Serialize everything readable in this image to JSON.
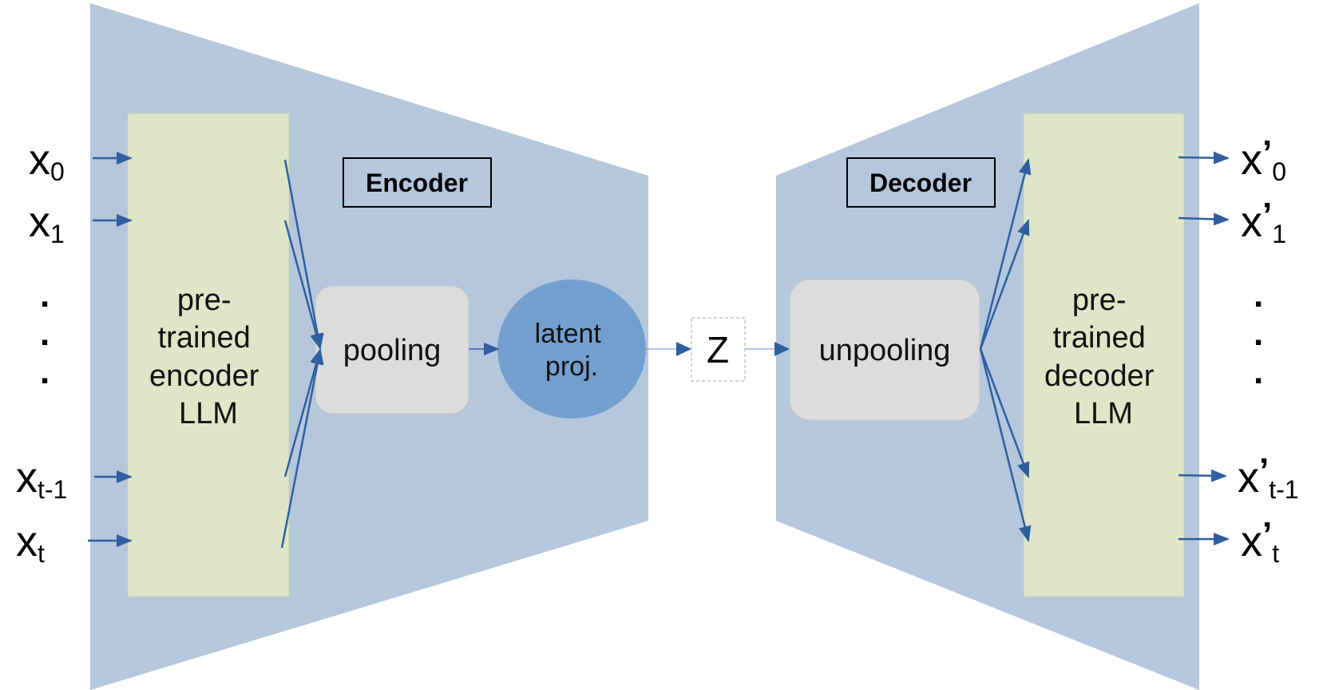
{
  "encoder": {
    "title": "Encoder",
    "llm_lines": [
      "pre-",
      "trained",
      "encoder",
      "LLM"
    ],
    "pooling_label": "pooling",
    "latent_lines": [
      "latent",
      "proj."
    ],
    "inputs": [
      {
        "base": "x",
        "sub": "0"
      },
      {
        "base": "x",
        "sub": "1"
      },
      {
        "base": "x",
        "sub": "t-1"
      },
      {
        "base": "x",
        "sub": "t"
      }
    ]
  },
  "z_label": "Z",
  "decoder": {
    "title": "Decoder",
    "llm_lines": [
      "pre-",
      "trained",
      "decoder",
      "LLM"
    ],
    "unpooling_label": "unpooling",
    "outputs": [
      {
        "base": "x",
        "prime": "’",
        "sub": "0"
      },
      {
        "base": "x",
        "prime": "’",
        "sub": "1"
      },
      {
        "base": "x",
        "prime": "’",
        "sub": "t-1"
      },
      {
        "base": "x",
        "prime": "’",
        "sub": "t"
      }
    ]
  },
  "ellipsis": ".",
  "colors": {
    "trapezoid": "#b4c7dd",
    "llm_block": "#dee6c7",
    "pool_box": "#dcdcdc",
    "latent": "#739fcf",
    "arrow": "#2f5f9f"
  }
}
